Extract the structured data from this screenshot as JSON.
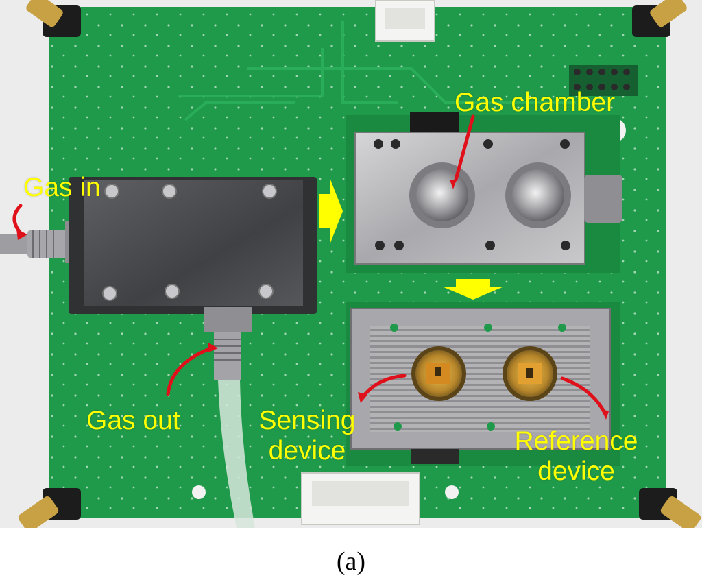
{
  "labels": {
    "gas_in": "Gas in",
    "gas_chamber": "Gas chamber",
    "gas_out": "Gas out",
    "sensing_line1": "Sensing",
    "sensing_line2": "device",
    "reference_line1": "Reference",
    "reference_line2": "device"
  },
  "caption": "(a)",
  "colors": {
    "label_text": "#ffff00",
    "arrow_red": "#e0101a",
    "arrow_yellow": "#ffff00",
    "pcb_green": "#1f9a4a",
    "metal": "#b8b8bc",
    "dark_block": "#4a4c4f"
  }
}
